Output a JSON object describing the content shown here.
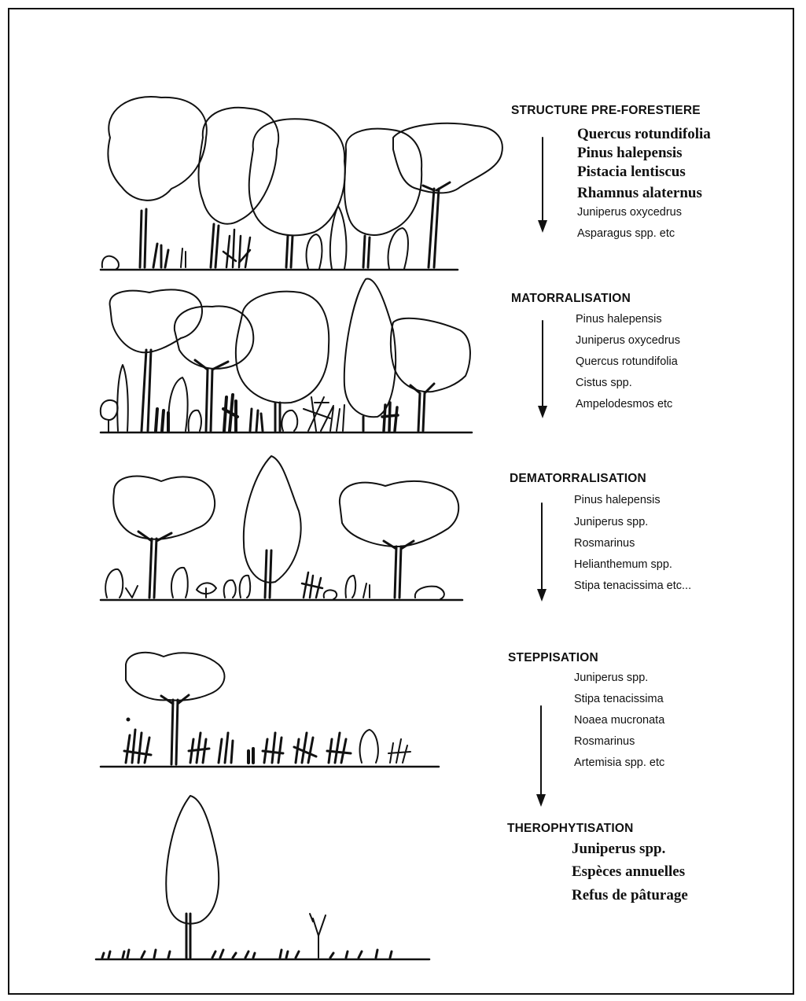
{
  "stages": [
    {
      "title": "STRUCTURE PRE-FORESTIERE",
      "species": [
        "Quercus rotundifolia",
        "Pinus halepensis",
        "Pistacia lentiscus",
        "Rhamnus alaternus",
        "Juniperus oxycedrus",
        "Asparagus spp. etc"
      ],
      "styles": [
        "serif",
        "serif",
        "serif",
        "serif",
        "sans",
        "sans"
      ]
    },
    {
      "title": "MATORRALISATION",
      "species": [
        "Pinus halepensis",
        "Juniperus oxycedrus",
        "Quercus rotundifolia",
        "Cistus spp.",
        "Ampelodesmos etc"
      ],
      "styles": [
        "sans",
        "sans",
        "sans",
        "sans",
        "sans"
      ]
    },
    {
      "title": "DEMATORRALISATION",
      "species": [
        "Pinus halepensis",
        "Juniperus spp.",
        "Rosmarinus",
        "Helianthemum spp.",
        "Stipa tenacissima etc..."
      ],
      "styles": [
        "sans",
        "sans",
        "sans",
        "sans",
        "sans"
      ]
    },
    {
      "title": "STEPPISATION",
      "species": [
        "Juniperus spp.",
        "Stipa tenacissima",
        "Noaea mucronata",
        "Rosmarinus",
        "Artemisia spp. etc"
      ],
      "styles": [
        "sans",
        "sans",
        "sans",
        "sans",
        "sans"
      ]
    },
    {
      "title": "THEROPHYTISATION",
      "species": [
        "Juniperus spp.",
        "Espèces annuelles",
        "Refus de pâturage"
      ],
      "styles": [
        "serif",
        "serif",
        "serif"
      ]
    }
  ],
  "colors": {
    "ink": "#111111",
    "background": "#ffffff"
  }
}
